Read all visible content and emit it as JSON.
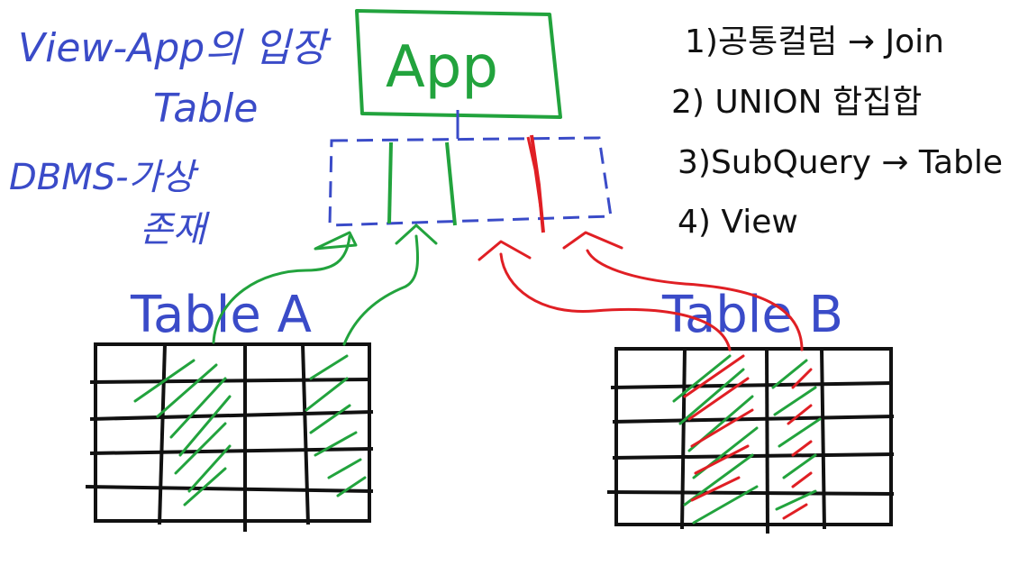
{
  "colors": {
    "blue": "#3a4bc8",
    "green": "#22a33d",
    "red": "#e01f24",
    "black": "#111111"
  },
  "notes": {
    "view_line1": "View-App의 입장",
    "view_line2": "Table",
    "dbms_line1": "DBMS-가상",
    "dbms_line2": "존재"
  },
  "app_box": {
    "label": "App"
  },
  "list": {
    "item1": "1)공통컬럼 → Join",
    "item2": "2) UNION 합집합",
    "item3": "3)SubQuery → Table",
    "item4": "4) View"
  },
  "table_a": {
    "label": "Table A",
    "rows": 5,
    "cols": 4
  },
  "table_b": {
    "label": "Table B",
    "rows": 5,
    "cols": 4
  }
}
